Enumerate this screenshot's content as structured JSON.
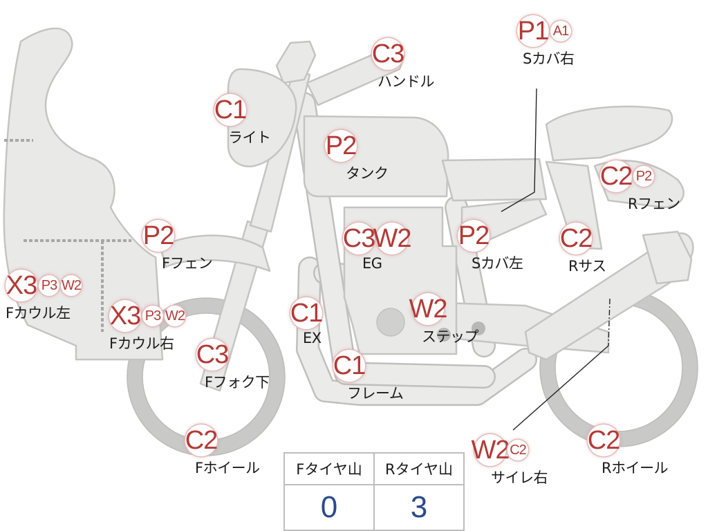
{
  "parts": {
    "left_cowl": {
      "codes": [
        "X3",
        "P3",
        "W2"
      ],
      "label": "Fカウル左"
    },
    "right_cowl": {
      "codes": [
        "X3",
        "P3",
        "W2"
      ],
      "label": "Fカウル右"
    },
    "front_fender": {
      "codes": [
        "P2"
      ],
      "label": "Fフェン"
    },
    "light": {
      "codes": [
        "C1"
      ],
      "label": "ライト"
    },
    "handle": {
      "codes": [
        "C3"
      ],
      "label": "ハンドル"
    },
    "tank": {
      "codes": [
        "P2"
      ],
      "label": "タンク"
    },
    "seat_cover_r": {
      "codes": [
        "P1",
        "A1"
      ],
      "label": "Sカバ右"
    },
    "rear_fender": {
      "codes": [
        "C2",
        "P2"
      ],
      "label": "Rフェン"
    },
    "seat_cover_l": {
      "codes": [
        "P2"
      ],
      "label": "Sカバ左"
    },
    "rear_sus": {
      "codes": [
        "C2"
      ],
      "label": "Rサス"
    },
    "engine": {
      "codes": [
        "C3",
        "W2"
      ],
      "label": "EG"
    },
    "exhaust": {
      "codes": [
        "C1"
      ],
      "label": "EX"
    },
    "step": {
      "codes": [
        "W2"
      ],
      "label": "ステップ"
    },
    "frame": {
      "codes": [
        "C1"
      ],
      "label": "フレーム"
    },
    "front_fork": {
      "codes": [
        "C3"
      ],
      "label": "Fフォク下"
    },
    "front_wheel": {
      "codes": [
        "C2"
      ],
      "label": "Fホイール"
    },
    "muffler_r": {
      "codes": [
        "W2",
        "C2"
      ],
      "label": "サイレ右"
    },
    "rear_wheel": {
      "codes": [
        "C2"
      ],
      "label": "Rホイール"
    }
  },
  "tire_table": {
    "front_header": "Fタイヤ山",
    "rear_header": "Rタイヤ山",
    "front_value": "0",
    "rear_value": "3"
  },
  "colors": {
    "code_text": "#b23a37",
    "body_fill": "#e9e9e7",
    "table_value": "#2a4a8a"
  }
}
